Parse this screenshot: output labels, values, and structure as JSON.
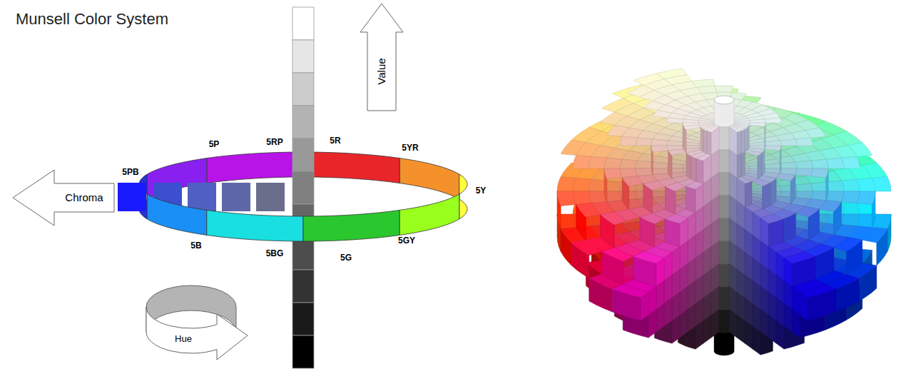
{
  "diagram": {
    "title": "Munsell Color System",
    "nodes": [
      {
        "text": [
          "Value"
        ]
      },
      {
        "text": [
          "Chroma"
        ]
      },
      {
        "text": [
          "Hue"
        ]
      }
    ],
    "labels": [
      "5P",
      "5RP",
      "5R",
      "5YR",
      "5Y",
      "5GY",
      "5G",
      "5BG",
      "5B",
      "5PB"
    ]
  }
}
